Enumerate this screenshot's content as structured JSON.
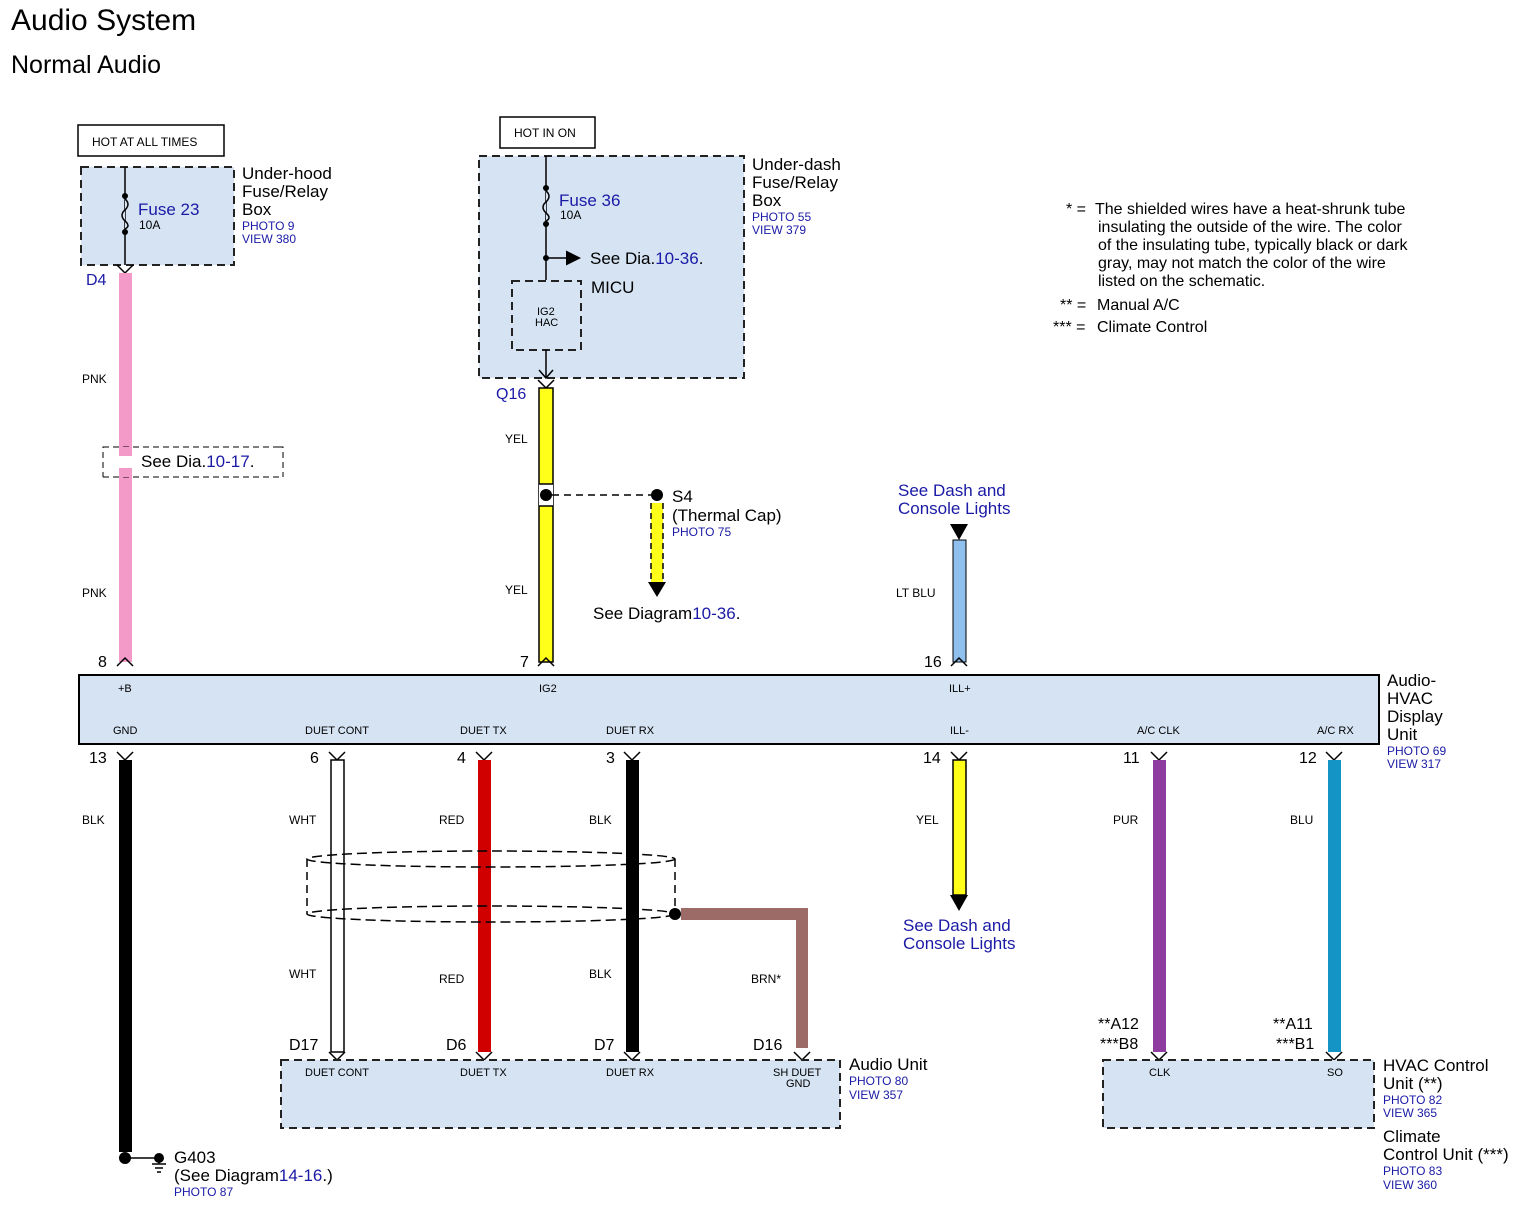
{
  "title": "Audio System",
  "subtitle": "Normal Audio",
  "notes": {
    "star1_key": "* =",
    "star1_lines": [
      "The shielded wires have a heat-shrunk tube",
      "insulating the outside of the wire. The color",
      "of the insulating tube, typically black or dark",
      "gray, may not match the color of the wire",
      "listed on the schematic."
    ],
    "star2_key": "** =",
    "star2_text": "Manual A/C",
    "star3_key": "*** =",
    "star3_text": "Climate Control"
  },
  "underhood": {
    "tag": "HOT AT ALL TIMES",
    "fuse": "Fuse 23",
    "amps": "10A",
    "name_lines": [
      "Under-hood",
      "Fuse/Relay",
      "Box"
    ],
    "photo": "PHOTO 9",
    "view": "VIEW 380",
    "connector": "D4"
  },
  "underdash": {
    "tag": "HOT IN ON",
    "fuse": "Fuse 36",
    "amps": "10A",
    "name_lines": [
      "Under-dash",
      "Fuse/Relay",
      "Box"
    ],
    "photo": "PHOTO 55",
    "view": "VIEW 379",
    "see_pre": "See Dia.",
    "see_ref": "10-36",
    "see_post": ".",
    "micu": "MICU",
    "micu_in1": "IG2",
    "micu_in2": "HAC",
    "connector": "Q16"
  },
  "pnk_wire": {
    "color_label": "PNK",
    "see_pre": "See Dia.",
    "see_ref": "10-17",
    "see_post": "."
  },
  "yel_wire": {
    "color_label": "YEL",
    "splice": "S4",
    "splice_desc": "(Thermal Cap)",
    "splice_photo": "PHOTO 75",
    "see_pre": "See Diagram",
    "see_ref": "10-36",
    "see_post": "."
  },
  "ltblu_wire": {
    "color_label": "LT BLU",
    "see_lines": [
      "See Dash and",
      "Console Lights"
    ]
  },
  "display_unit": {
    "name_lines": [
      "Audio-",
      "HVAC",
      "Display",
      "Unit"
    ],
    "photo": "PHOTO 69",
    "view": "VIEW 317",
    "top_pins": [
      {
        "num": "8",
        "label": "+B"
      },
      {
        "num": "7",
        "label": "IG2"
      },
      {
        "num": "16",
        "label": "ILL+"
      }
    ],
    "bottom_pins": [
      {
        "num": "13",
        "label": "GND",
        "wire": "BLK"
      },
      {
        "num": "6",
        "label": "DUET CONT",
        "wire": "WHT"
      },
      {
        "num": "4",
        "label": "DUET TX",
        "wire": "RED"
      },
      {
        "num": "3",
        "label": "DUET RX",
        "wire": "BLK"
      },
      {
        "num": "14",
        "label": "ILL-",
        "wire": "YEL"
      },
      {
        "num": "11",
        "label": "A/C CLK",
        "wire": "PUR"
      },
      {
        "num": "12",
        "label": "A/C RX",
        "wire": "BLU"
      }
    ]
  },
  "brn_wire": "BRN*",
  "yel_bottom_see_lines": [
    "See Dash and",
    "Console Lights"
  ],
  "ground": {
    "name": "G403",
    "see_pre": "(See Diagram",
    "see_ref": "14-16",
    "see_post": ".)",
    "photo": "PHOTO 87"
  },
  "audio_unit": {
    "name": "Audio Unit",
    "photo": "PHOTO 80",
    "view": "VIEW 357",
    "pins": [
      {
        "conn": "D17",
        "label": "DUET CONT"
      },
      {
        "conn": "D6",
        "label": "DUET TX"
      },
      {
        "conn": "D7",
        "label": "DUET RX"
      },
      {
        "conn": "D16",
        "label_lines": [
          "SH DUET",
          "GND"
        ]
      }
    ]
  },
  "hvac_unit": {
    "name_lines": [
      "HVAC Control",
      "Unit (**)"
    ],
    "photo": "PHOTO 82",
    "view": "VIEW 365",
    "climate_lines": [
      "Climate",
      "Control Unit (***)"
    ],
    "climate_photo": "PHOTO 83",
    "climate_view": "VIEW 360",
    "pins": [
      {
        "conn_top": "**A12",
        "conn_bot": "***B8",
        "label": "CLK"
      },
      {
        "conn_top": "**A11",
        "conn_bot": "***B1",
        "label": "SO"
      }
    ]
  },
  "colors": {
    "box_fill": "#d5e3f3",
    "ref_blue": "#1a1aa6",
    "pnk": "#f49ac8",
    "yel": "#ffff1a",
    "ltblu": "#8fc0ee",
    "red": "#d10000",
    "blk": "#000000",
    "pur": "#8e3ca0",
    "blu": "#1394c4",
    "brn": "#9c6b68"
  }
}
